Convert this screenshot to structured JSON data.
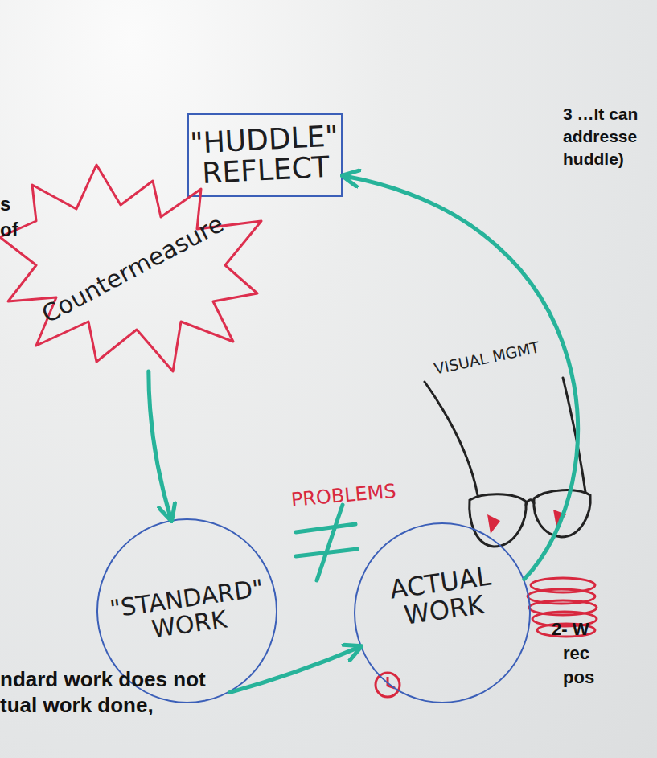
{
  "diagram": {
    "nodes": [
      {
        "text": [
          "\"HUDDLE\" REFLECT"
        ]
      },
      {
        "text": [
          "Countermeasure"
        ]
      },
      {
        "text": [
          "\"STANDARD\" WORK"
        ]
      },
      {
        "text": [
          "ACTUAL WORK"
        ]
      }
    ],
    "edges": [
      {
        "from": 1,
        "to": 2,
        "arrow": "to"
      },
      {
        "from": 2,
        "to": 3,
        "arrow": "to"
      },
      {
        "from": 3,
        "to": 0,
        "arrow": "to"
      }
    ],
    "labels": [
      "3 …It can",
      "addresse",
      "huddle)",
      "s",
      "of",
      "ndard work does not",
      "tual work done,",
      "2- W",
      "rec",
      "pos",
      "PROBLEMS",
      "VISUAL MGMT"
    ]
  }
}
